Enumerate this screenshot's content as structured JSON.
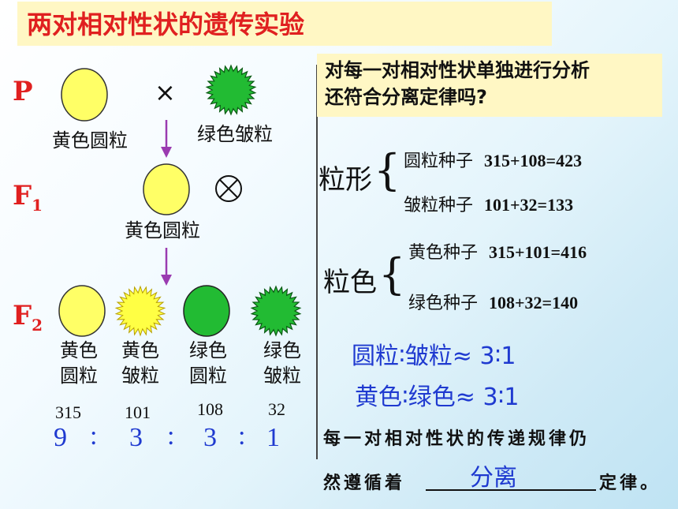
{
  "title": "两对相对性状的遗传实验",
  "generations": {
    "p": "P",
    "f1": "F",
    "f1_sub": "1",
    "f2": "F",
    "f2_sub": "2"
  },
  "parents": {
    "left_label": "黄色圆粒",
    "cross_symbol": "×",
    "right_label": "绿色皱粒"
  },
  "f1": {
    "label": "黄色圆粒",
    "self_symbol": "⊗"
  },
  "f2": {
    "phenotypes": [
      {
        "line1": "黄色",
        "line2": "圆粒",
        "count": "315",
        "ratio": "9",
        "color": "#ffff66"
      },
      {
        "line1": "黄色",
        "line2": "皱粒",
        "count": "101",
        "ratio": "3",
        "color": "#ffff55"
      },
      {
        "line1": "绿色",
        "line2": "圆粒",
        "count": "108",
        "ratio": "3",
        "color": "#22bb33"
      },
      {
        "line1": "绿色",
        "line2": "皱粒",
        "count": "32",
        "ratio": "1",
        "color": "#22aa22"
      }
    ],
    "separator": ":"
  },
  "question": {
    "line1": "对每一对相对性状单独进行分析",
    "line2": "还符合分离定律吗?"
  },
  "shape": {
    "heading": "粒形",
    "items": [
      {
        "label": "圆粒种子",
        "calc": "315+108=423"
      },
      {
        "label": "皱粒种子",
        "calc": "101+32=133"
      }
    ]
  },
  "color": {
    "heading": "粒色",
    "items": [
      {
        "label": "黄色种子",
        "calc": "315+101=416"
      },
      {
        "label": "绿色种子",
        "calc": "108+32=140"
      }
    ]
  },
  "ratios": {
    "shape": "圆粒∶皱粒≈ 3∶1",
    "color": "黄色∶绿色≈ 3∶1"
  },
  "conclusion": {
    "line1": "每一对相对性状的传递规律仍",
    "line2_prefix": "然遵循着",
    "answer": "分离",
    "line2_suffix": "定律。"
  },
  "colors": {
    "title_red": "#e02020",
    "answer_blue": "#1f3ad0",
    "arrow_purple": "#9a3bb0",
    "yellow": "#ffff66",
    "green": "#22bb33",
    "box_yellow": "#fff7c4"
  }
}
